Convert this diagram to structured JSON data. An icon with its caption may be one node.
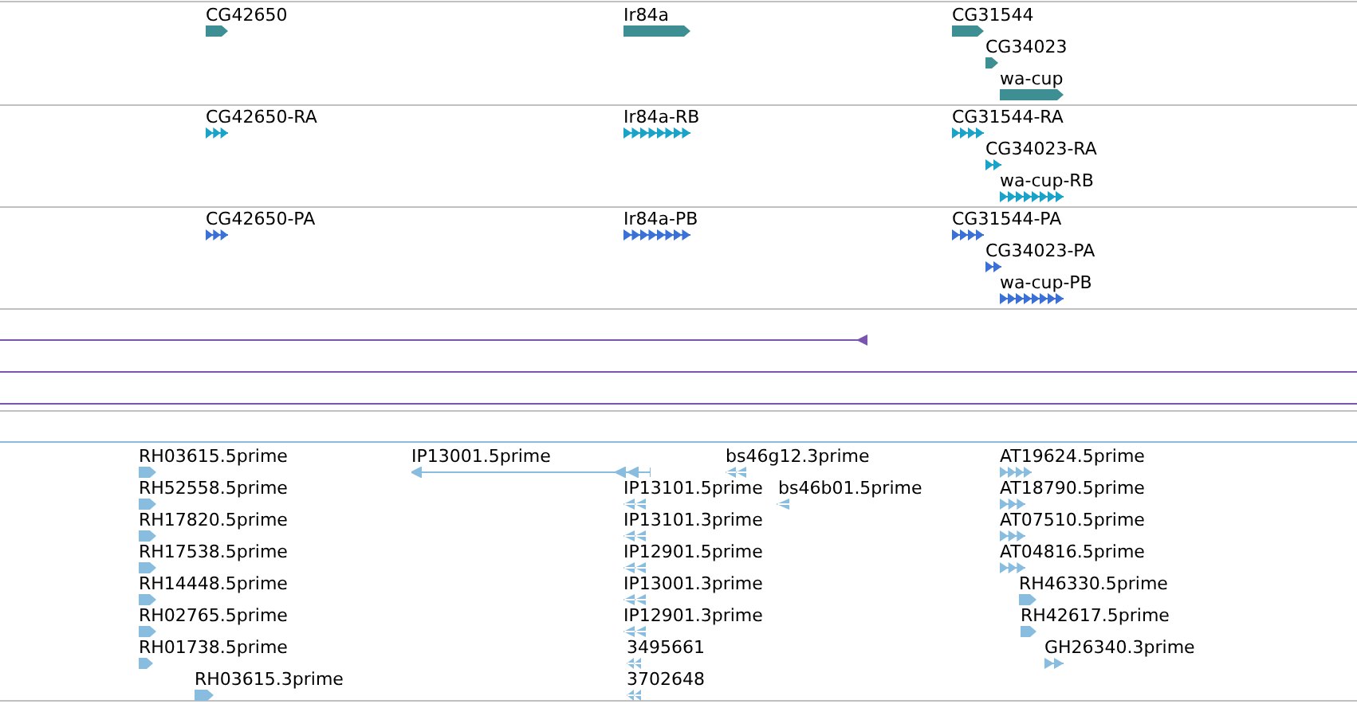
{
  "diagram": {
    "labels": [
      "CG42650",
      "Ir84a",
      "CG31544",
      "CG34023",
      "wa-cup",
      "CG42650-RA",
      "Ir84a-RB",
      "CG31544-RA",
      "CG34023-RA",
      "wa-cup-RB",
      "CG42650-PA",
      "Ir84a-PB",
      "CG31544-PA",
      "CG34023-PA",
      "wa-cup-PB",
      "RH03615.5prime",
      "IP13001.5prime",
      "bs46g12.3prime",
      "AT19624.5prime",
      "RH52558.5prime",
      "IP13101.5prime",
      "bs46b01.5prime",
      "AT18790.5prime",
      "RH17820.5prime",
      "IP13101.3prime",
      "AT07510.5prime",
      "RH17538.5prime",
      "IP12901.5prime",
      "AT04816.5prime",
      "RH14448.5prime",
      "IP13001.3prime",
      "RH46330.5prime",
      "RH02765.5prime",
      "IP12901.3prime",
      "RH42617.5prime",
      "RH01738.5prime",
      "3495661",
      "GH26340.3prime",
      "RH03615.3prime",
      "3702648"
    ]
  }
}
